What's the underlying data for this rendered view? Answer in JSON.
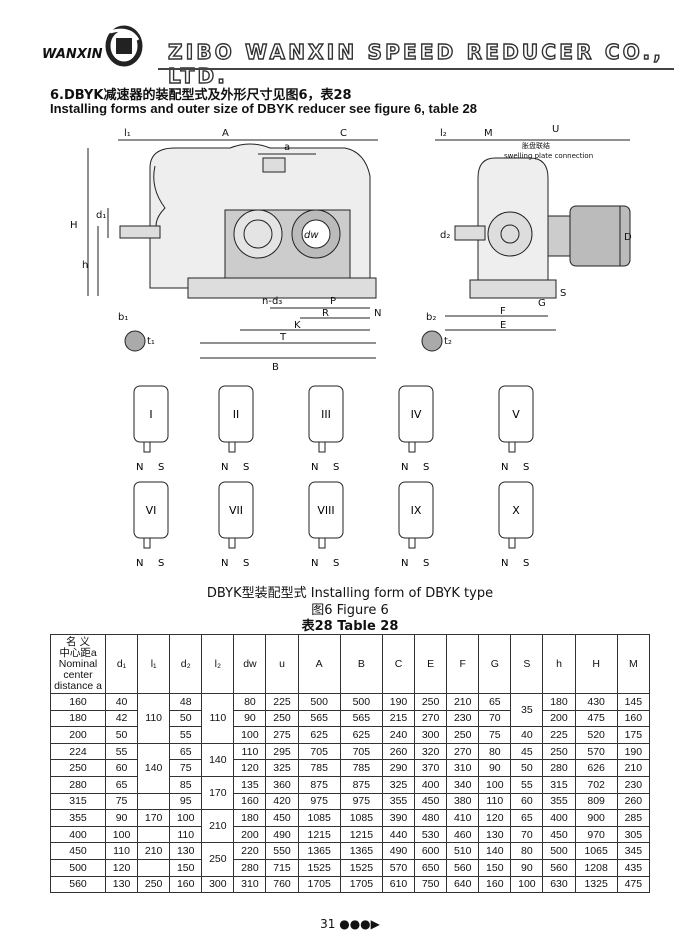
{
  "header": {
    "brand_name": "WANXIN",
    "company_name": "ZIBO WANXIN SPEED REDUCER CO., LTD."
  },
  "section": {
    "title_cn": "6.DBYK减速器的装配型式及外形尺寸见图6，表28",
    "title_en": "Installing forms and outer size of DBYK reducer see figure 6, table 28"
  },
  "drawing": {
    "labels": {
      "l1": "l₁",
      "A": "A",
      "a": "a",
      "C": "C",
      "H": "H",
      "h": "h",
      "d1": "d₁",
      "nd3": "n-d₃",
      "P": "P",
      "R": "R",
      "N": "N",
      "K": "K",
      "T": "T",
      "B": "B",
      "b1": "b₁",
      "t1": "t₁",
      "l2": "l₂",
      "M": "M",
      "U": "U",
      "d2": "d₂",
      "D": "D",
      "S": "S",
      "G": "G",
      "F": "F",
      "E": "E",
      "b2": "b₂",
      "t2": "t₂",
      "dw": "dw",
      "swell_cn": "胀盘联结",
      "swell_en": "swelling plate connection"
    }
  },
  "forms": [
    {
      "numeral": "I"
    },
    {
      "numeral": "II"
    },
    {
      "numeral": "III"
    },
    {
      "numeral": "IV"
    },
    {
      "numeral": "V"
    },
    {
      "numeral": "VI"
    },
    {
      "numeral": "VII"
    },
    {
      "numeral": "VIII"
    },
    {
      "numeral": "IX"
    },
    {
      "numeral": "X"
    }
  ],
  "form_letters": {
    "N": "N",
    "S": "S"
  },
  "captions": {
    "installing_form": "DBYK型装配型式  Installing form of DBYK type",
    "figure": "图6  Figure 6",
    "table_title": "表28  Table  28"
  },
  "table": {
    "header_first": [
      "名 义",
      "中心距a",
      "Nominal",
      "center",
      "distance a"
    ],
    "headers": [
      "d₁",
      "l₁",
      "d₂",
      "l₂",
      "dw",
      "u",
      "A",
      "B",
      "C",
      "E",
      "F",
      "G",
      "S",
      "h",
      "H",
      "M"
    ],
    "rows": [
      [
        "160",
        "40",
        "",
        "48",
        "",
        "80",
        "225",
        "500",
        "500",
        "190",
        "250",
        "210",
        "65",
        "",
        "180",
        "430",
        "145"
      ],
      [
        "180",
        "42",
        "",
        "50",
        "",
        "90",
        "250",
        "565",
        "565",
        "215",
        "270",
        "230",
        "70",
        "",
        "200",
        "475",
        "160"
      ],
      [
        "200",
        "50",
        "",
        "55",
        "",
        "100",
        "275",
        "625",
        "625",
        "240",
        "300",
        "250",
        "75",
        "40",
        "225",
        "520",
        "175"
      ],
      [
        "224",
        "55",
        "",
        "65",
        "",
        "110",
        "295",
        "705",
        "705",
        "260",
        "320",
        "270",
        "80",
        "45",
        "250",
        "570",
        "190"
      ],
      [
        "250",
        "60",
        "",
        "75",
        "",
        "120",
        "325",
        "785",
        "785",
        "290",
        "370",
        "310",
        "90",
        "50",
        "280",
        "626",
        "210"
      ],
      [
        "280",
        "65",
        "",
        "85",
        "",
        "135",
        "360",
        "875",
        "875",
        "325",
        "400",
        "340",
        "100",
        "55",
        "315",
        "702",
        "230"
      ],
      [
        "315",
        "75",
        "",
        "95",
        "",
        "160",
        "420",
        "975",
        "975",
        "355",
        "450",
        "380",
        "110",
        "60",
        "355",
        "809",
        "260"
      ],
      [
        "355",
        "90",
        "170",
        "100",
        "",
        "180",
        "450",
        "1085",
        "1085",
        "390",
        "480",
        "410",
        "120",
        "65",
        "400",
        "900",
        "285"
      ],
      [
        "400",
        "100",
        "",
        "110",
        "",
        "200",
        "490",
        "1215",
        "1215",
        "440",
        "530",
        "460",
        "130",
        "70",
        "450",
        "970",
        "305"
      ],
      [
        "450",
        "110",
        "210",
        "130",
        "",
        "220",
        "550",
        "1365",
        "1365",
        "490",
        "600",
        "510",
        "140",
        "80",
        "500",
        "1065",
        "345"
      ],
      [
        "500",
        "120",
        "",
        "150",
        "",
        "280",
        "715",
        "1525",
        "1525",
        "570",
        "650",
        "560",
        "150",
        "90",
        "560",
        "1208",
        "435"
      ],
      [
        "560",
        "130",
        "250",
        "160",
        "300",
        "310",
        "760",
        "1705",
        "1705",
        "610",
        "750",
        "640",
        "160",
        "100",
        "630",
        "1325",
        "475"
      ]
    ],
    "merged": {
      "l1_110": "110",
      "l1_140": "140",
      "l2_110": "110",
      "l2_140": "140",
      "l2_170": "170",
      "l2_210": "210",
      "l2_250": "250",
      "S_35": "35"
    }
  },
  "page_number": "31"
}
